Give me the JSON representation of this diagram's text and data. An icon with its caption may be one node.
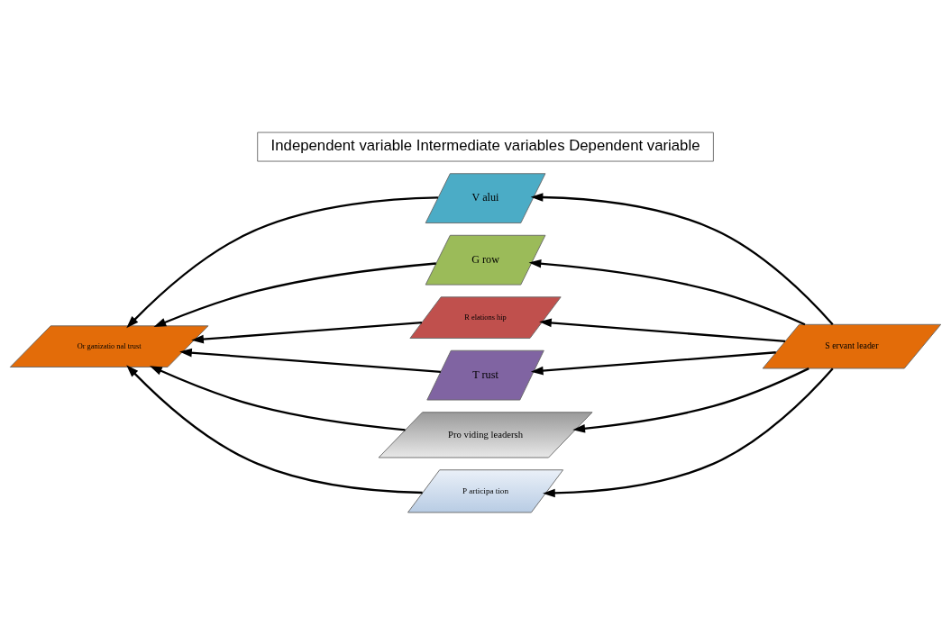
{
  "diagram": {
    "nodes": [
      {
        "text": [
          "V alui"
        ]
      },
      {
        "text": [
          "G row"
        ]
      },
      {
        "text": [
          "R elations hip"
        ]
      },
      {
        "text": [
          "T rust"
        ]
      },
      {
        "text": [
          "Pro viding leadersh"
        ]
      },
      {
        "text": [
          "P articipa tion"
        ]
      },
      {
        "text": [
          "Or ganizatio nal trust"
        ]
      },
      {
        "text": [
          "S ervant leader"
        ]
      },
      {
        "text": [
          "Independent variable Intermediate variables Dependent variable"
        ]
      }
    ],
    "edges": [
      {
        "from": 7,
        "to": 0,
        "arrow": "to"
      },
      {
        "from": 7,
        "to": 1,
        "arrow": "to"
      },
      {
        "from": 7,
        "to": 2,
        "arrow": "to"
      },
      {
        "from": 7,
        "to": 3,
        "arrow": "to"
      },
      {
        "from": 7,
        "to": 4,
        "arrow": "to"
      },
      {
        "from": 7,
        "to": 5,
        "arrow": "to"
      },
      {
        "from": 0,
        "to": 6,
        "arrow": "to"
      },
      {
        "from": 1,
        "to": 6,
        "arrow": "to"
      },
      {
        "from": 2,
        "to": 6,
        "arrow": "to"
      },
      {
        "from": 3,
        "to": 6,
        "arrow": "to"
      },
      {
        "from": 4,
        "to": 6,
        "arrow": "to"
      },
      {
        "from": 5,
        "to": 6,
        "arrow": "to"
      }
    ]
  }
}
